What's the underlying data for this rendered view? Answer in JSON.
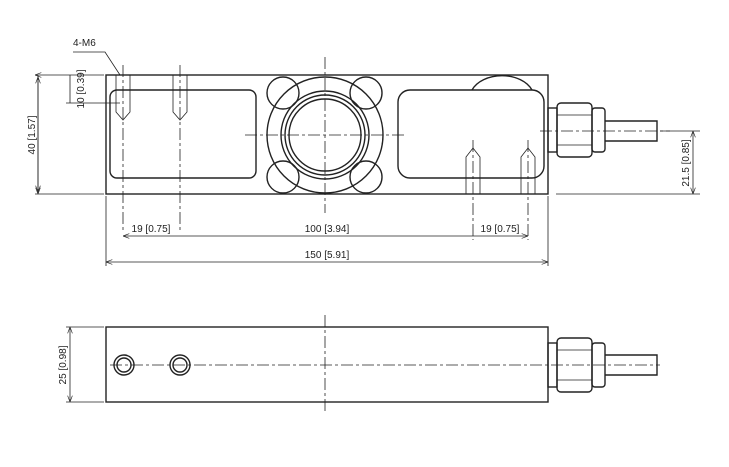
{
  "title": "Load cell dimension drawing",
  "labels": {
    "thread": "4-M6",
    "thread_depth": "10 [0.39]",
    "height": "40 [1.57]",
    "hole_spacing_left": "19 [0.75]",
    "center_spacing": "100 [3.94]",
    "hole_spacing_right": "19 [0.75]",
    "length": "150 [5.91]",
    "cable_height": "21.5 [0.85]",
    "width": "25 [0.98]"
  }
}
